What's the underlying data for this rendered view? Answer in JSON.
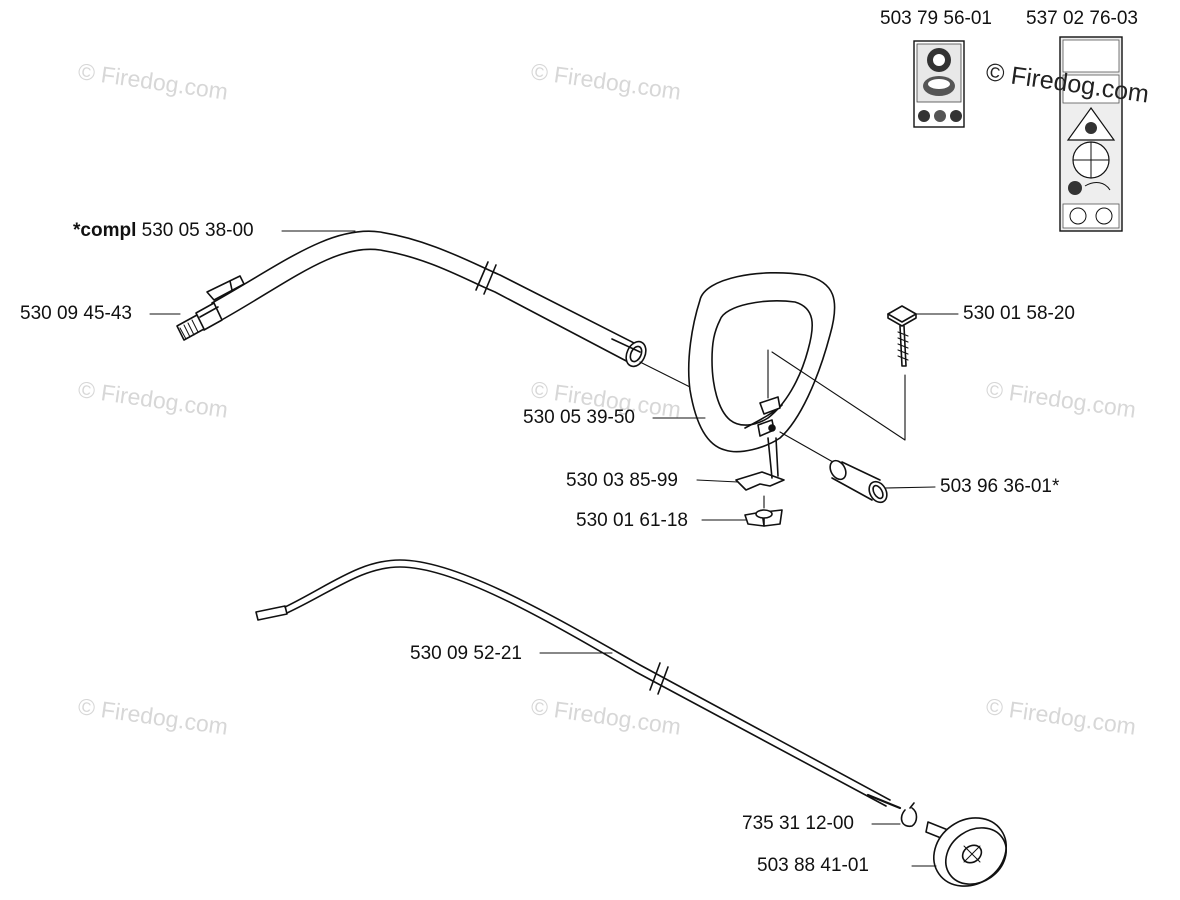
{
  "watermark": "© Firedog.com",
  "labels": {
    "tube_assembly_prefix": "*compl",
    "tube_assembly": "530 05 38-00",
    "coupling": "530 09 45-43",
    "loop_handle": "530 05 39-50",
    "handle_screw": "530 01 58-20",
    "bracket": "530 03 85-99",
    "wing_nut": "530 01 61-18",
    "sleeve": "503 96 36-01*",
    "drive_shaft": "530 09 52-21",
    "circlip": "735 31 12-00",
    "drive_disc": "503 88 41-01",
    "decal_1": "503 79 56-01",
    "decal_2": "537 02 76-03"
  },
  "colors": {
    "line": "#111111",
    "watermark": "#d7d7d7"
  }
}
